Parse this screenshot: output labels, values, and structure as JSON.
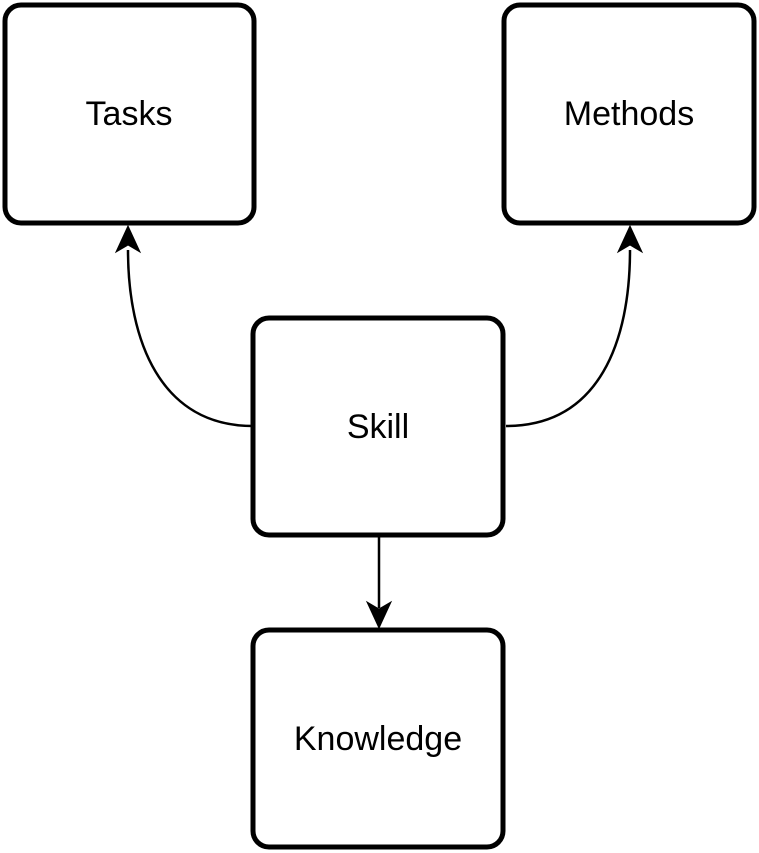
{
  "diagram": {
    "nodes": {
      "tasks": {
        "label": "Tasks"
      },
      "methods": {
        "label": "Methods"
      },
      "skill": {
        "label": "Skill"
      },
      "knowledge": {
        "label": "Knowledge"
      }
    },
    "edges": [
      {
        "from": "skill",
        "to": "tasks"
      },
      {
        "from": "skill",
        "to": "methods"
      },
      {
        "from": "skill",
        "to": "knowledge"
      }
    ]
  }
}
